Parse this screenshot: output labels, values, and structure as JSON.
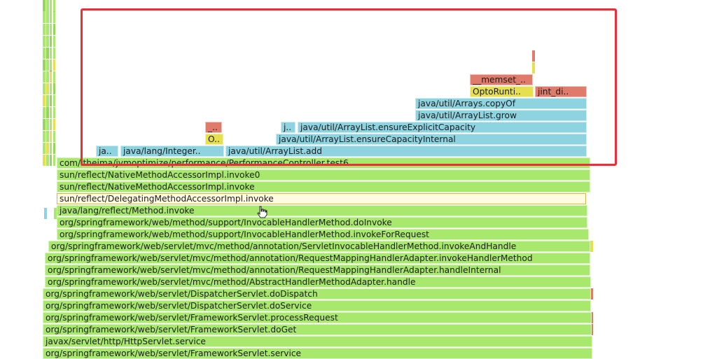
{
  "colors": {
    "green": "#a8e86c",
    "green_dark": "#94d85a",
    "cyan": "#8dd3e0",
    "yellow": "#e6e04e",
    "red": "#e07a6a",
    "hover": "#fffbe0",
    "highlight_border": "#ee2c3a"
  },
  "cursor": {
    "icon": "hand-pointer-icon"
  },
  "frames": [
    {
      "label": "__memset_..",
      "color": "red"
    },
    {
      "label": "OptoRunti..",
      "color": "yellow"
    },
    {
      "label": "jint_di..",
      "color": "red"
    },
    {
      "label": "java/util/Arrays.copyOf",
      "color": "cyan"
    },
    {
      "label": "java/util/ArrayList.grow",
      "color": "cyan"
    },
    {
      "label": "_..",
      "color": "red"
    },
    {
      "label": "j..",
      "color": "cyan"
    },
    {
      "label": "java/util/ArrayList.ensureExplicitCapacity",
      "color": "cyan"
    },
    {
      "label": "O..",
      "color": "yellow"
    },
    {
      "label": "java/util/ArrayList.ensureCapacityInternal",
      "color": "cyan"
    },
    {
      "label": "ja..",
      "color": "cyan"
    },
    {
      "label": "java/lang/Integer..",
      "color": "cyan"
    },
    {
      "label": "java/util/ArrayList.add",
      "color": "cyan"
    },
    {
      "label": "com/itheima/jvmoptimize/performance/PerformanceController.test6",
      "color": "green"
    },
    {
      "label": "sun/reflect/NativeMethodAccessorImpl.invoke0",
      "color": "green"
    },
    {
      "label": "sun/reflect/NativeMethodAccessorImpl.invoke",
      "color": "green"
    },
    {
      "label": "sun/reflect/DelegatingMethodAccessorImpl.invoke",
      "color": "hover"
    },
    {
      "label": "java/lang/reflect/Method.invoke",
      "color": "green"
    },
    {
      "label": "org/springframework/web/method/support/InvocableHandlerMethod.doInvoke",
      "color": "green"
    },
    {
      "label": "org/springframework/web/method/support/InvocableHandlerMethod.invokeForRequest",
      "color": "green"
    },
    {
      "label": "org/springframework/web/servlet/mvc/method/annotation/ServletInvocableHandlerMethod.invokeAndHandle",
      "color": "green"
    },
    {
      "label": "org/springframework/web/servlet/mvc/method/annotation/RequestMappingHandlerAdapter.invokeHandlerMethod",
      "color": "green"
    },
    {
      "label": "org/springframework/web/servlet/mvc/method/annotation/RequestMappingHandlerAdapter.handleInternal",
      "color": "green"
    },
    {
      "label": "org/springframework/web/servlet/mvc/method/AbstractHandlerMethodAdapter.handle",
      "color": "green"
    },
    {
      "label": "org/springframework/web/servlet/DispatcherServlet.doDispatch",
      "color": "green"
    },
    {
      "label": "org/springframework/web/servlet/DispatcherServlet.doService",
      "color": "green"
    },
    {
      "label": "org/springframework/web/servlet/FrameworkServlet.processRequest",
      "color": "green"
    },
    {
      "label": "org/springframework/web/servlet/FrameworkServlet.doGet",
      "color": "green"
    },
    {
      "label": "javax/servlet/http/HttpServlet.service",
      "color": "green"
    },
    {
      "label": "org/springframework/web/servlet/FrameworkServlet.service",
      "color": "green"
    }
  ]
}
